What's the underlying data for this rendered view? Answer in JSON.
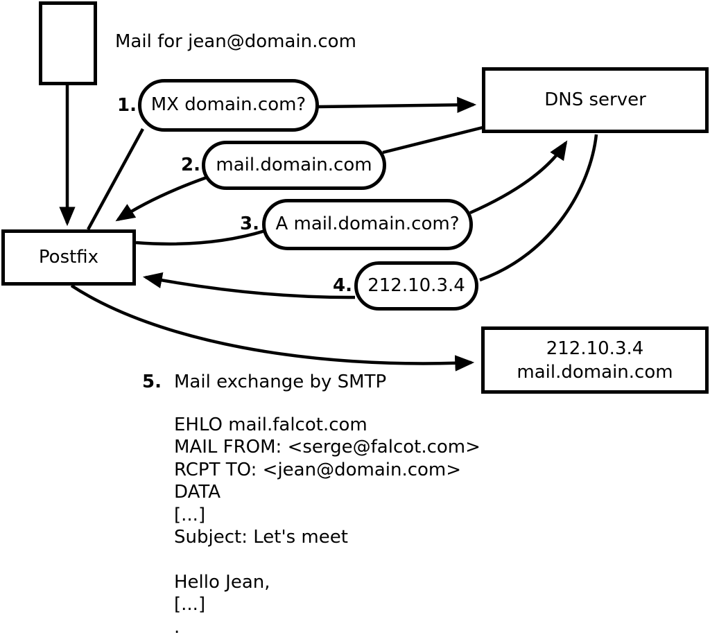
{
  "diagram": {
    "title_note": "Mail for jean@domain.com",
    "nodes": {
      "dns_server": "DNS server",
      "postfix": "Postfix",
      "mail_server": {
        "line1": "212.10.3.4",
        "line2": "mail.domain.com"
      }
    },
    "steps": [
      {
        "num": "1.",
        "label": "MX domain.com?"
      },
      {
        "num": "2.",
        "label": "mail.domain.com"
      },
      {
        "num": "3.",
        "label": "A mail.domain.com?"
      },
      {
        "num": "4.",
        "label": "212.10.3.4"
      },
      {
        "num": "5.",
        "label": "Mail exchange by SMTP"
      }
    ],
    "smtp_transcript": [
      "EHLO mail.falcot.com",
      "MAIL FROM: <serge@falcot.com>",
      "RCPT TO: <jean@domain.com>",
      "DATA",
      "[...]",
      "Subject: Let's meet",
      "",
      "Hello Jean,",
      "[...]",
      "."
    ],
    "colors": {
      "ink": "#000000",
      "background": "#ffffff"
    }
  }
}
